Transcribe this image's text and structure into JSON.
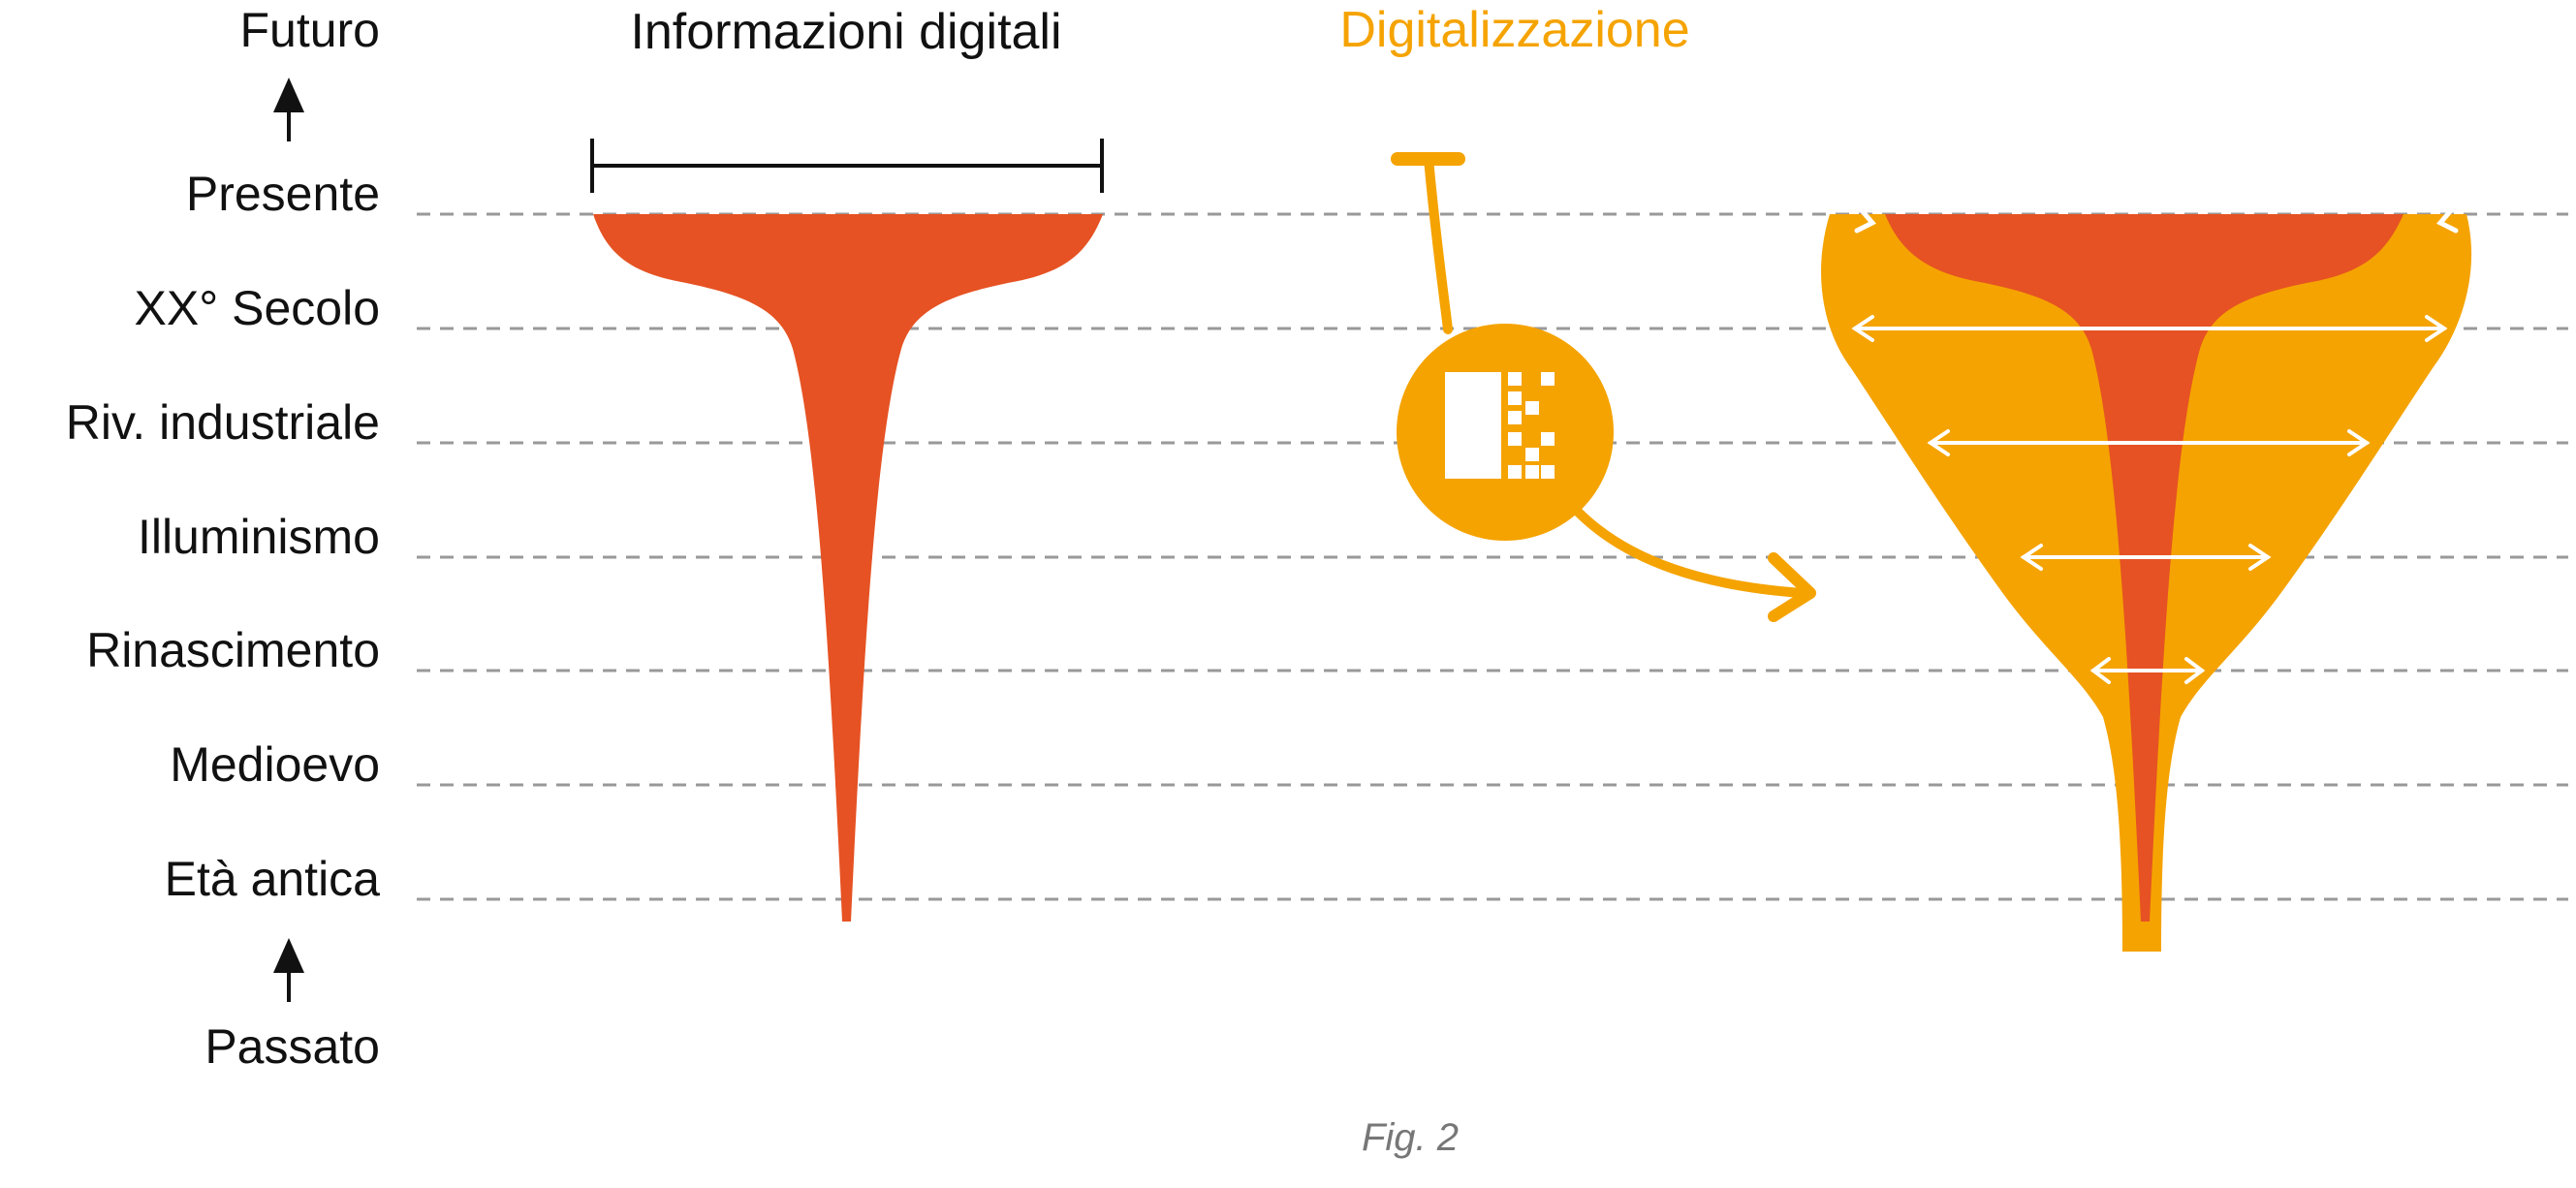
{
  "colors": {
    "red": "#E65223",
    "orange": "#F5A300",
    "text": "#111111",
    "gridline": "#999999",
    "caption": "#777777",
    "white": "#ffffff"
  },
  "timeline": {
    "top_label": "Futuro",
    "bottom_label": "Passato",
    "eras": [
      "Presente",
      "XX° Secolo",
      "Riv. industriale",
      "Illuminismo",
      "Rinascimento",
      "Medioevo",
      "Età antica"
    ]
  },
  "left_diagram": {
    "title": "Informazioni digitali"
  },
  "right_diagram": {
    "title": "Digitalizzazione",
    "icon": "digitization-pixel-icon"
  },
  "caption": "Fig. 2"
}
